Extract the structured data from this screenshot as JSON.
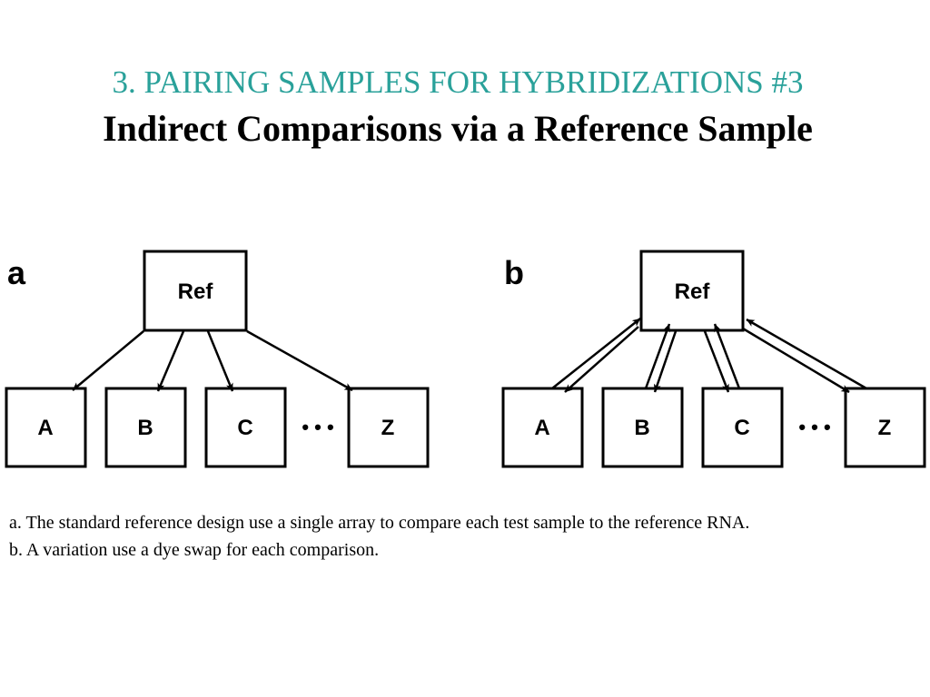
{
  "title": {
    "line1": "3. PAIRING SAMPLES FOR HYBRIDIZATIONS #3",
    "line2": "Indirect Comparisons via a Reference Sample"
  },
  "colors": {
    "heading_accent": "#2aa19a",
    "ink": "#000000"
  },
  "diagram": {
    "panel_a": {
      "letter": "a",
      "ref_label": "Ref",
      "samples": [
        "A",
        "B",
        "C",
        "Z"
      ],
      "ellipsis": "• • •",
      "edge_style": "single arrow from Ref to each sample"
    },
    "panel_b": {
      "letter": "b",
      "ref_label": "Ref",
      "samples": [
        "A",
        "B",
        "C",
        "Z"
      ],
      "ellipsis": "• • •",
      "edge_style": "paired arrows in both directions (dye swap)"
    }
  },
  "captions": {
    "a": "a. The standard reference design use a single array to compare each test sample to the reference RNA.",
    "b": "b. A variation use a dye swap for each comparison."
  }
}
